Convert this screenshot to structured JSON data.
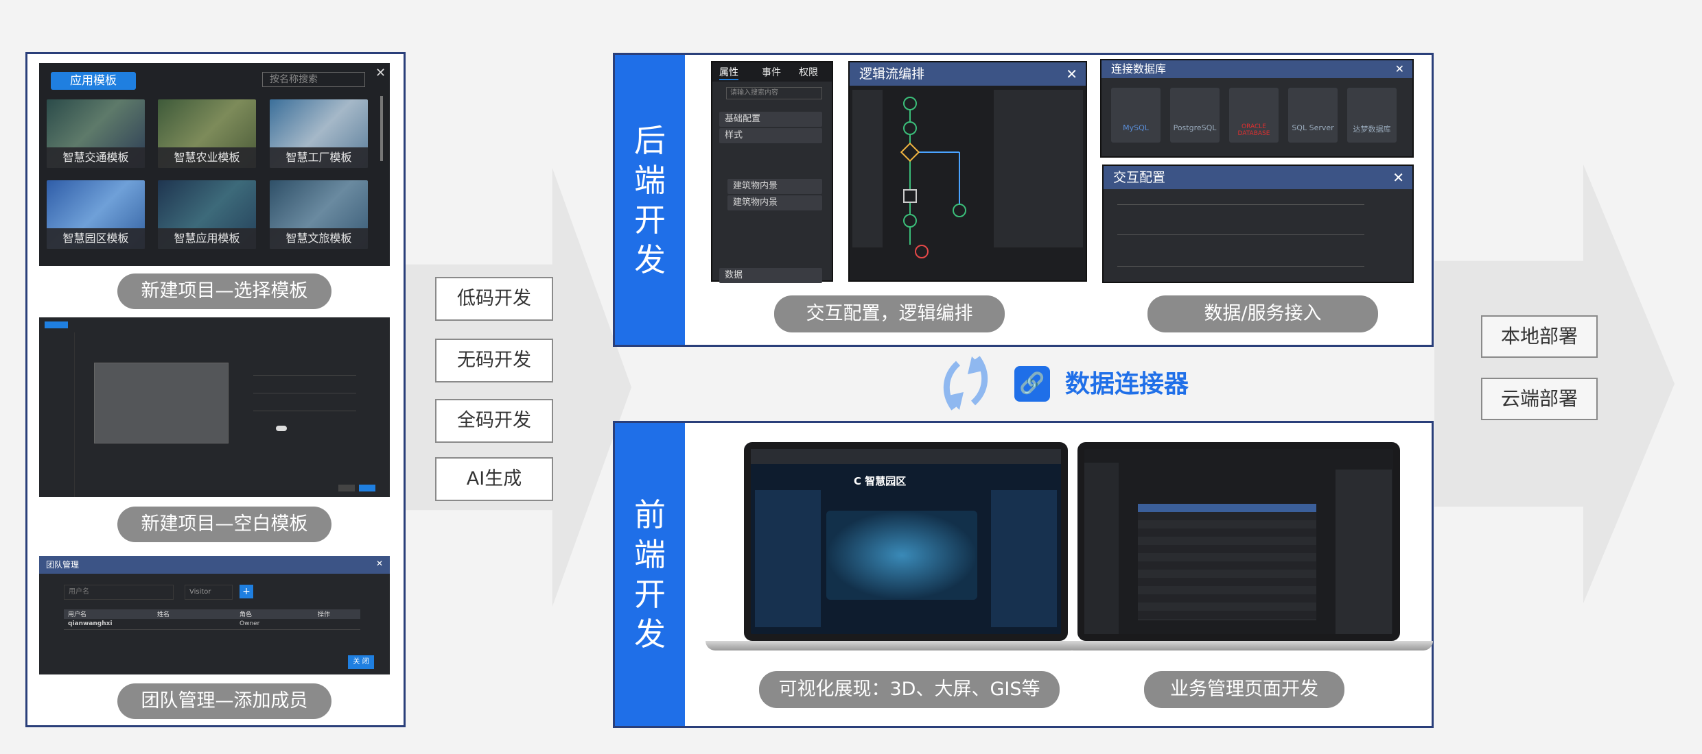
{
  "left": {
    "template_dialog": {
      "title_button": "应用模板",
      "search_placeholder": "按名称搜索",
      "tiles": [
        "智慧交通模板",
        "智慧农业模板",
        "智慧工厂模板",
        "智慧园区模板",
        "智慧应用模板",
        "智慧文旅模板"
      ]
    },
    "caption_select_template": "新建项目—选择模板",
    "caption_blank_template": "新建项目—空白模板",
    "team_dialog": {
      "title": "团队管理",
      "user_placeholder": "用户名",
      "role_value": "Visitor",
      "columns": [
        "用户名",
        "姓名",
        "角色",
        "操作"
      ],
      "row": [
        "qianwanghxi",
        "",
        "Owner",
        ""
      ],
      "close_label": "关 闭"
    },
    "caption_team": "团队管理—添加成员"
  },
  "modes": [
    "低码开发",
    "无码开发",
    "全码开发",
    "AI生成"
  ],
  "deploy": [
    "本地部署",
    "云端部署"
  ],
  "backend": {
    "label_chars": [
      "后",
      "端",
      "开",
      "发"
    ],
    "props_panel": {
      "tabs": [
        "属性",
        "事件",
        "权限"
      ],
      "search_placeholder": "请输入搜索内容",
      "items": [
        "基础配置",
        "样式",
        "建筑物内景",
        "建筑物内景",
        "数据"
      ]
    },
    "logic_panel": {
      "title": "逻辑流编排"
    },
    "db_panel": {
      "title": "连接数据库",
      "dbs": [
        "MySQL",
        "PostgreSQL",
        "ORACLE DATABASE",
        "SQL Server",
        "达梦数据库"
      ]
    },
    "interaction_panel": {
      "title": "交互配置"
    },
    "caption_left": "交互配置，逻辑编排",
    "caption_right": "数据/服务接入"
  },
  "connector": {
    "label": "数据连接器"
  },
  "frontend": {
    "label_chars": [
      "前",
      "端",
      "开",
      "发"
    ],
    "screen_title": "C 智慧园区",
    "caption_left": "可视化展现：3D、大屏、GIS等",
    "caption_right": "业务管理页面开发"
  },
  "colors": {
    "accent_blue": "#1f6fe8",
    "frame_navy": "#2a3f7a",
    "pill_gray": "#8b8b8b"
  }
}
